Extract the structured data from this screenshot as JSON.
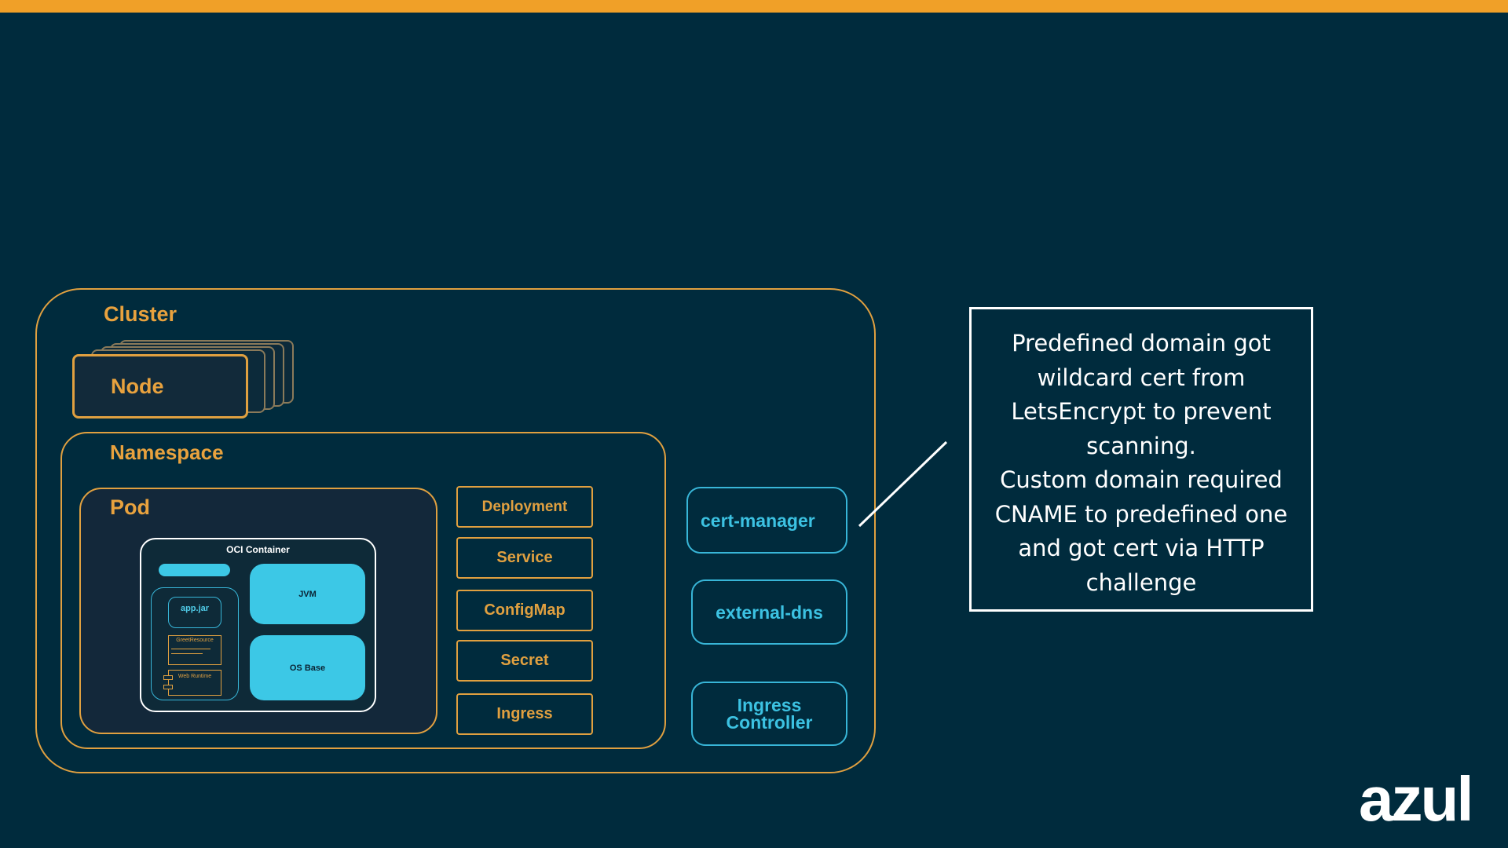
{
  "diagram": {
    "cluster_label": "Cluster",
    "node_label": "Node",
    "namespace_label": "Namespace",
    "pod_label": "Pod",
    "oci_container_label": "OCI Container",
    "app_jar_label": "app.jar",
    "greet_resource_label": "GreetResource",
    "web_runtime_label": "Web Runtime",
    "jvm_label": "JVM",
    "os_base_label": "OS Base",
    "resources": [
      "Deployment",
      "Service",
      "ConfigMap",
      "Secret",
      "Ingress"
    ],
    "cluster_services": [
      "cert-manager",
      "external-dns",
      "Ingress Controller"
    ]
  },
  "callout": {
    "paragraph1": "Predefined domain got wildcard cert from LetsEncrypt to prevent scanning.",
    "paragraph2": "Custom domain required CNAME to predefined one and got cert via HTTP challenge"
  },
  "logo": {
    "text": "azul"
  },
  "colors": {
    "background": "#002b3d",
    "accent_orange": "#f0a028",
    "cyan": "#3cc8e6",
    "white": "#ffffff"
  }
}
